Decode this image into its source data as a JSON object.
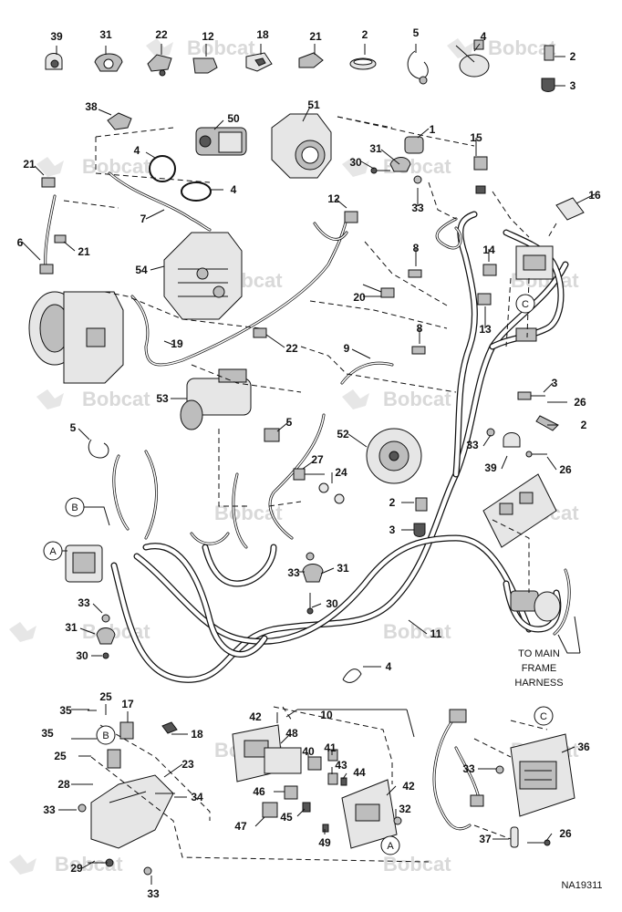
{
  "watermark_text": "Bobcat",
  "callouts": {
    "top_row": [
      "39",
      "31",
      "22",
      "12",
      "18",
      "21",
      "2",
      "5",
      "4",
      "2",
      "3"
    ],
    "upper_left": [
      "38",
      "50",
      "4",
      "4",
      "7",
      "21",
      "6",
      "21",
      "54",
      "19",
      "22"
    ],
    "upper_center": [
      "51",
      "1",
      "31",
      "30",
      "33",
      "12",
      "15",
      "16",
      "8",
      "14",
      "20",
      "13",
      "8",
      "9"
    ],
    "mid": [
      "53",
      "5",
      "52",
      "27",
      "24",
      "2",
      "3",
      "5",
      "3",
      "26",
      "2",
      "33",
      "39",
      "26",
      "33",
      "31",
      "30",
      "33",
      "31",
      "30",
      "4",
      "11"
    ],
    "lower_left": [
      "35",
      "25",
      "17",
      "35",
      "25",
      "18",
      "23",
      "28",
      "34",
      "33",
      "29",
      "33"
    ],
    "lower_center": [
      "42",
      "10",
      "48",
      "40",
      "41",
      "43",
      "44",
      "46",
      "45",
      "47",
      "49",
      "42",
      "32"
    ],
    "lower_right": [
      "33",
      "36",
      "37",
      "26"
    ]
  },
  "reference_markers": [
    "A",
    "B",
    "C",
    "B",
    "A",
    "C"
  ],
  "note": [
    "TO MAIN",
    "FRAME",
    "HARNESS"
  ],
  "figure_id": "NA19311"
}
